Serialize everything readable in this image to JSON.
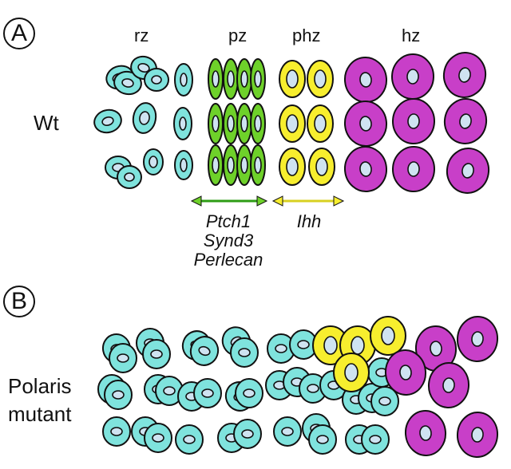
{
  "panels": {
    "a": {
      "label": "A",
      "row_label": "Wt"
    },
    "b": {
      "label": "B",
      "row_label_lines": [
        "Polaris",
        "mutant"
      ]
    }
  },
  "zones": [
    "rz",
    "pz",
    "phz",
    "hz"
  ],
  "genes": {
    "pz": [
      "Ptch1",
      "Synd3",
      "Perlecan"
    ],
    "phz": [
      "Ihh"
    ]
  },
  "colors": {
    "resting": "#7fe3dd",
    "proliferative": "#6ed12a",
    "prehypertrophic": "#f7ee2e",
    "hypertrophic": "#c83fc8",
    "nucleus": "#cfe3f1",
    "arrow_pz": "#2e9c14",
    "arrow_phz": "#d8d020",
    "outline": "#111111"
  }
}
